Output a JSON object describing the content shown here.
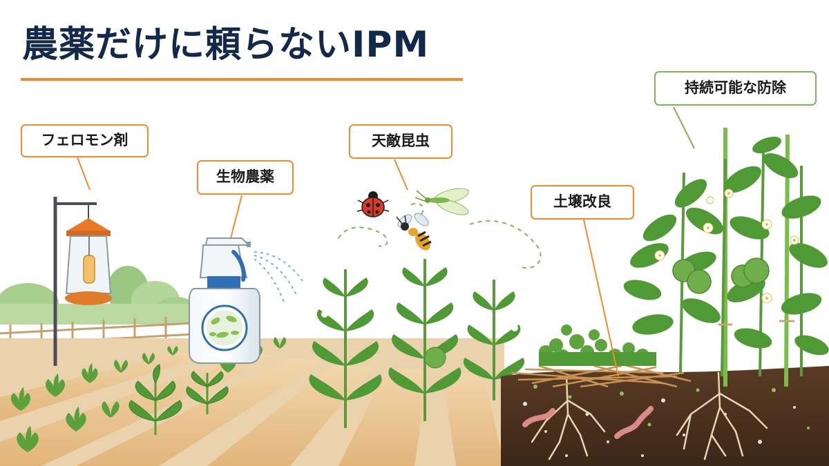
{
  "title": "農薬だけに頼らないIPM",
  "labels": {
    "pheromone": "フェロモン剤",
    "biopesticide": "生物農薬",
    "natural_enemies": "天敵昆虫",
    "soil_improvement": "土壌改良",
    "sustainable_control": "持続可能な防除"
  },
  "colors": {
    "title_text": "#13294b",
    "accent_orange": "#f0892a",
    "label_green_border": "#7fb35a",
    "leaf_green": "#4f9a35",
    "soil_brown": "#4a3020",
    "bed_sand": "#e9c999"
  },
  "icons": [
    "pheromone-trap-icon",
    "spray-bottle-icon",
    "ladybug-icon",
    "wasp-icon",
    "lacewing-icon",
    "earthworm-icon",
    "tomato-plant-icon",
    "straw-mulch-icon"
  ]
}
